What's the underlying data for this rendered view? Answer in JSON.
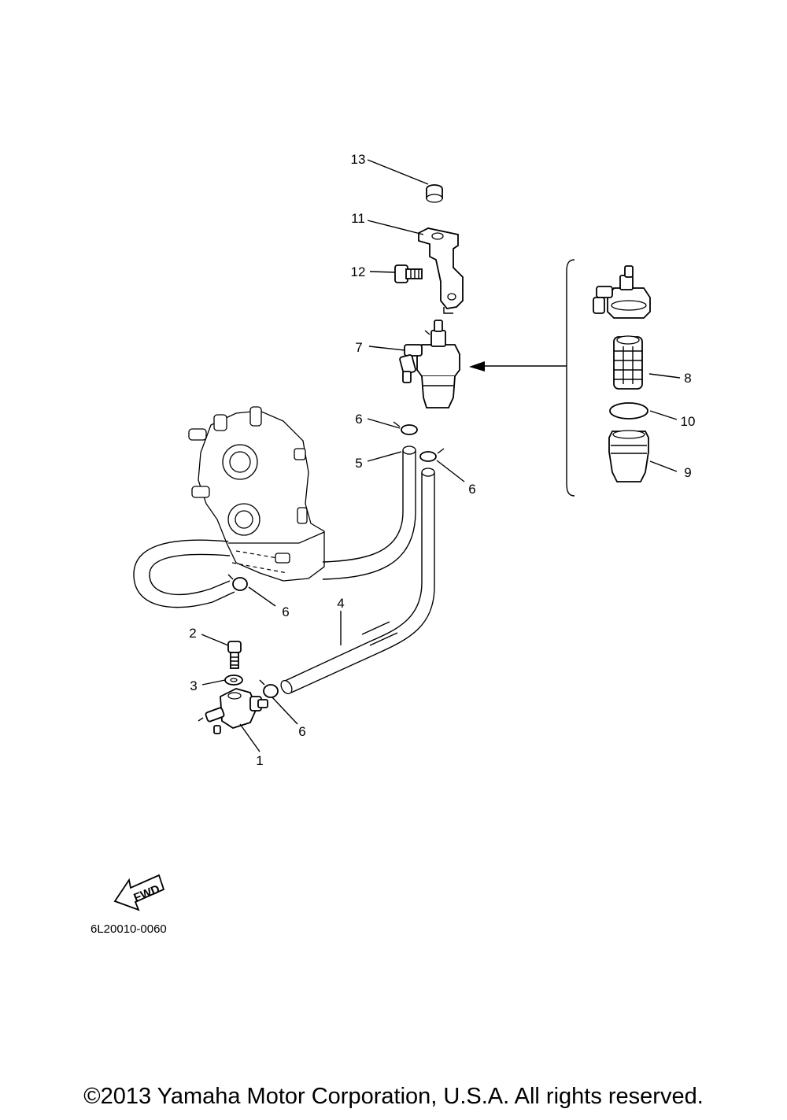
{
  "diagram": {
    "callouts": {
      "c1": "1",
      "c2": "2",
      "c3": "3",
      "c4": "4",
      "c5": "5",
      "c6a": "6",
      "c6b": "6",
      "c6c": "6",
      "c6d": "6",
      "c7": "7",
      "c8": "8",
      "c9": "9",
      "c10": "10",
      "c11": "11",
      "c12": "12",
      "c13": "13"
    },
    "fwd_label": "FWD",
    "drawing_code": "6L20010-0060"
  },
  "footer": {
    "copyright": "©2013 Yamaha Motor Corporation, U.S.A. All rights reserved."
  }
}
